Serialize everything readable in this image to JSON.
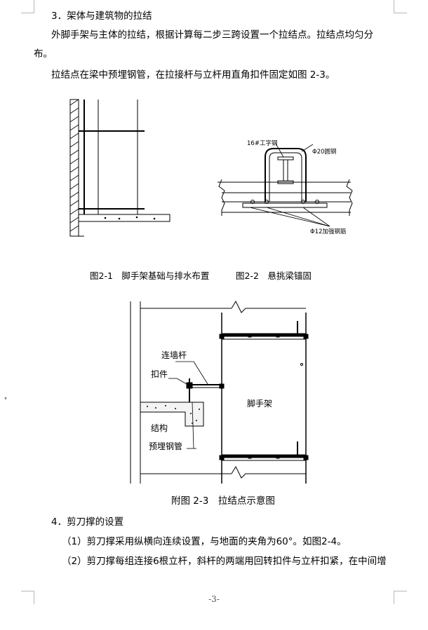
{
  "section3": {
    "heading": "3．架体与建筑物的拉结",
    "para1_line1": "外脚手架与主体的拉结，根据计算每二步三跨设置一个拉结点。拉结点均匀分",
    "para1_line2": "布。",
    "para2": "拉结点在梁中预埋钢管，在拉接杆与立杆用直角扣件固定如图 2-3。"
  },
  "figures_top": {
    "fig1_caption": "图2-1　脚手架基础与排水布置",
    "fig2_caption": "图2-2　悬挑梁锚固",
    "fig2_labels": {
      "i_beam": "16#工字钢",
      "round_steel": "Φ20圆钢",
      "rebar": "Φ12加强钢筋"
    }
  },
  "figure3": {
    "label_wall_tie": "连墙杆",
    "label_clamp": "扣件",
    "label_structure": "结构",
    "label_embedded_pipe": "预埋钢管",
    "label_scaffold": "脚手架",
    "caption": "附图 2-3　拉结点示意图"
  },
  "section4": {
    "heading": "4．剪刀撑的设置",
    "item1": "（1）剪刀撑采用纵横向连续设置，与地面的夹角为60°。如图2-4。",
    "item2": "（2）剪刀撑每组连接6根立杆，斜杆的两端用回转扣件与立杆扣紧，在中间增"
  },
  "footer": {
    "page_number": "-3-"
  }
}
